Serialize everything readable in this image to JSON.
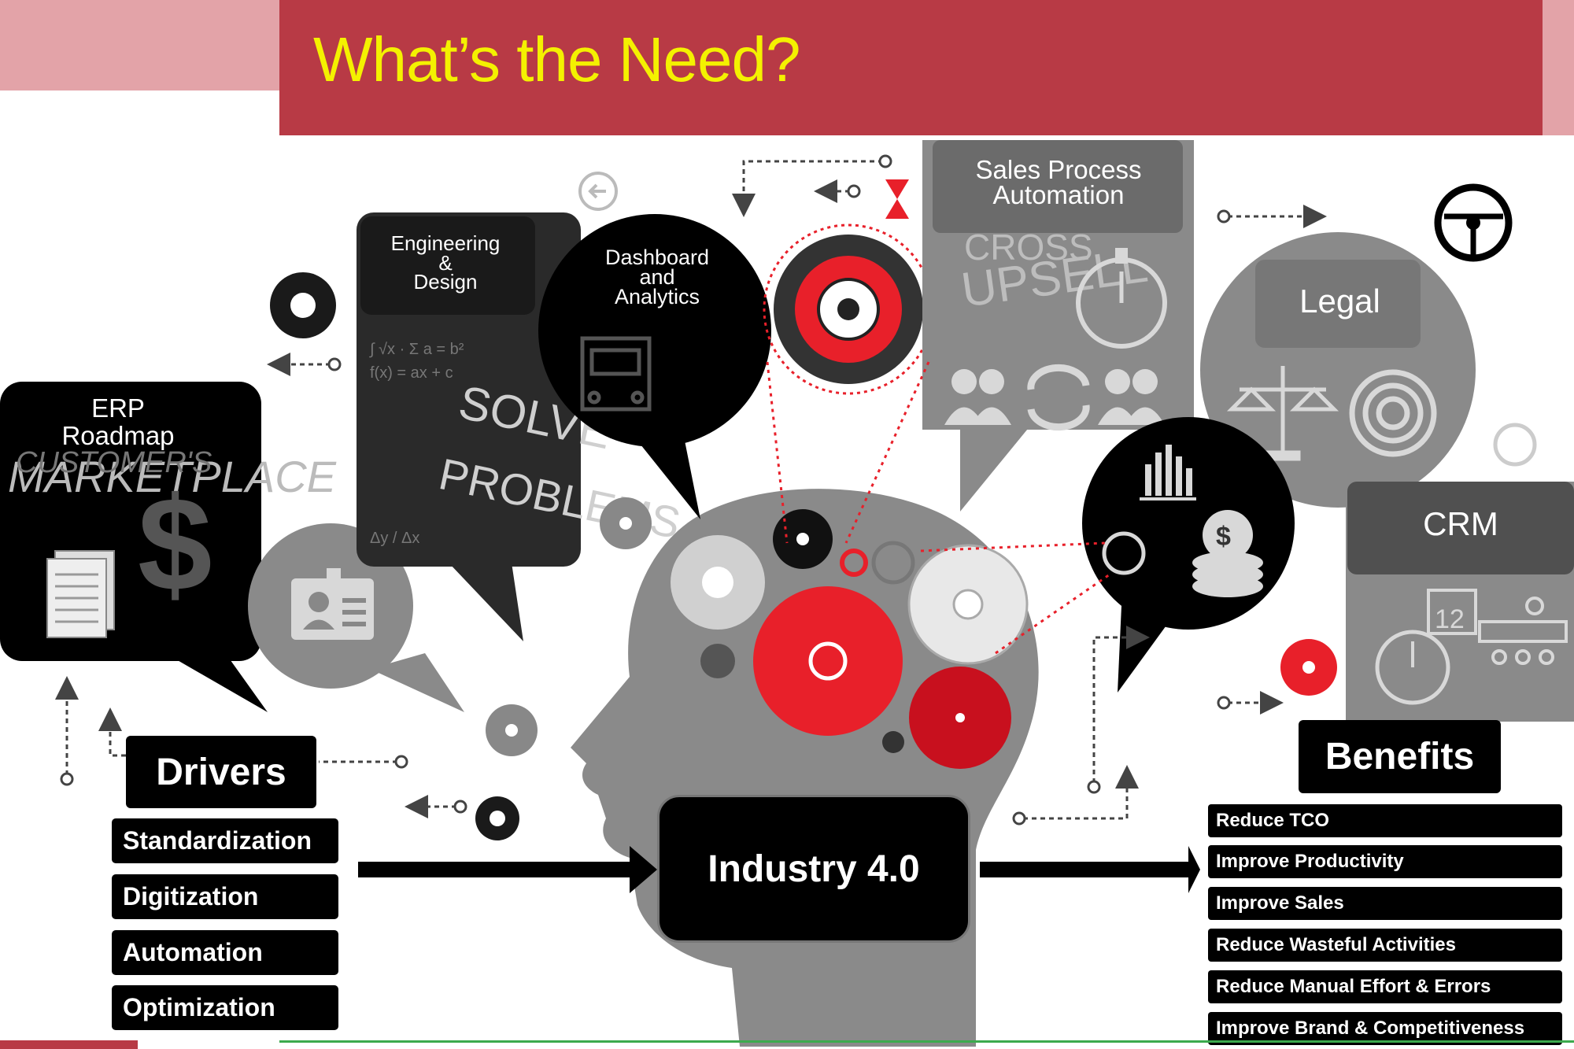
{
  "slide": {
    "title": "What’s the Need?"
  },
  "bubbles": {
    "erp": "ERP\nRoadmap",
    "erp_bg_text_1": "CUSTOMER'S",
    "erp_bg_text_2": "MARKETPLACE",
    "engineering": "Engineering\n&\nDesign",
    "engineering_bg_text_1": "SOLVE",
    "engineering_bg_text_2": "PROBLEMS",
    "dashboard": "Dashboard\nand\nAnalytics",
    "sales": "Sales Process\nAutomation",
    "sales_bg_text_1": "CROSS",
    "sales_bg_text_2": "UPSELL",
    "legal": "Legal",
    "crm": "CRM",
    "crm_calendar": "12"
  },
  "drivers": {
    "label": "Drivers",
    "items": [
      "Standardization",
      "Digitization",
      "Automation",
      "Optimization"
    ]
  },
  "center": {
    "label": "Industry 4.0"
  },
  "benefits": {
    "label": "Benefits",
    "items": [
      "Reduce TCO",
      "Improve Productivity",
      "Improve Sales",
      "Reduce Wasteful Activities",
      "Reduce Manual Effort & Errors",
      "Improve Brand & Competitiveness"
    ]
  },
  "colors": {
    "title_band": "#b83a45",
    "title_text": "#f4f100",
    "accent_red": "#e8202a",
    "dark": "#000000",
    "mid_gray": "#777777"
  },
  "icons": [
    "gear-icon",
    "steering-wheel-icon",
    "back-arrow-icon",
    "hourglass-icon",
    "truck-icon",
    "stopwatch-icon",
    "people-icon",
    "refresh-icon",
    "scales-icon",
    "target-icon",
    "bar-chart-icon",
    "coins-icon",
    "id-card-icon",
    "document-stack-icon",
    "dollar-icon",
    "calendar-icon",
    "org-chart-icon",
    "head-silhouette"
  ]
}
